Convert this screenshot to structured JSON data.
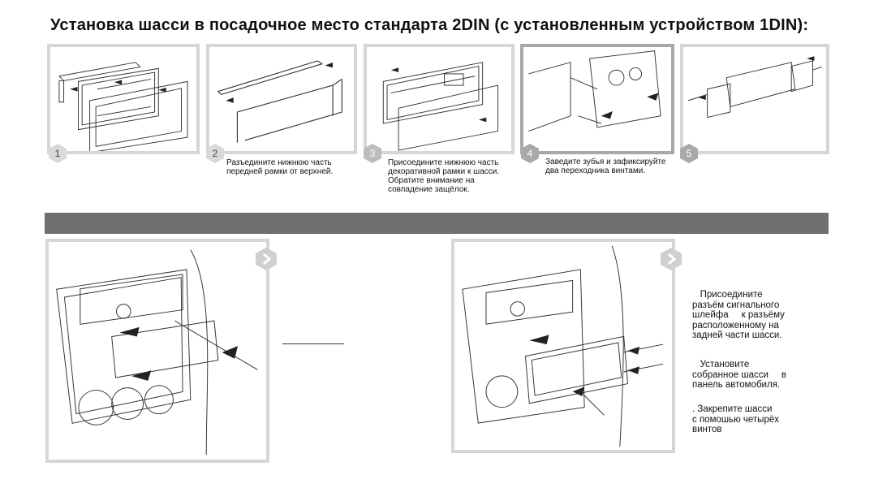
{
  "title": "Установка шасси в посадочное место стандарта 2DIN (с установленным устройством 1DIN):",
  "steps": [
    {
      "num": "1",
      "lines": []
    },
    {
      "num": "2",
      "lines": [
        "Разъедините нижнюю часть",
        "передней рамки от верхней."
      ]
    },
    {
      "num": "3",
      "lines": [
        "Присоедините нижнюю часть",
        "декоративной рамки к шасси.",
        "Обратите внимание на",
        "совпадение защёлок."
      ]
    },
    {
      "num": "4",
      "lines": [
        "Заведите зубья и зафиксируйте",
        "два переходника винтами."
      ]
    },
    {
      "num": "5",
      "lines": []
    }
  ],
  "instructions": {
    "p1": [
      "   Присоедините",
      "разъём сигнального",
      "шлейфа     к разъёму",
      "расположенному на",
      "задней части шасси."
    ],
    "p2": [
      "   Установите",
      "собранное шасси     в",
      "панель автомобиля."
    ],
    "p3": [
      ". Закрепите шасси",
      "с помошью четырёх",
      "винтов"
    ]
  },
  "colors": {
    "hex_light": "#d9d9d9",
    "hex_dark": "#a9a9a9",
    "section_bar": "#6f6f6f",
    "panel_border": "#d6d6d6"
  },
  "icons": {
    "next_arrow": "chevron-right-icon"
  }
}
